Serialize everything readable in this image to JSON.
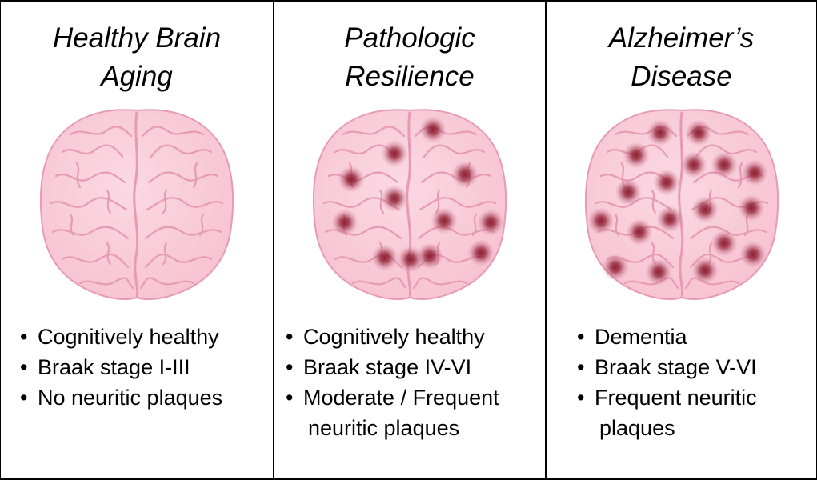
{
  "panels": [
    {
      "title": [
        "Healthy Brain",
        "Aging"
      ],
      "bullets": [
        [
          "Cognitively healthy"
        ],
        [
          "Braak stage I-III"
        ],
        [
          "No neuritic plaques"
        ]
      ],
      "plaque_count": 0
    },
    {
      "title": [
        "Pathologic",
        "Resilience"
      ],
      "bullets": [
        [
          "Cognitively healthy"
        ],
        [
          "Braak stage IV-VI"
        ],
        [
          "Moderate / Frequent",
          "neuritic plaques"
        ]
      ],
      "plaque_count": 12
    },
    {
      "title": [
        "Alzheimer’s",
        "Disease"
      ],
      "bullets": [
        [
          "Dementia"
        ],
        [
          "Braak stage V-VI"
        ],
        [
          "Frequent neuritic",
          "plaques"
        ]
      ],
      "plaque_count": 18
    }
  ],
  "colors": {
    "brain_fill": "#f7c2d2",
    "brain_fold": "#e79ab3",
    "brain_highlight": "#fbd9e4",
    "plaque_core": "#8e1f32",
    "plaque_halo": "#d98aa2"
  }
}
